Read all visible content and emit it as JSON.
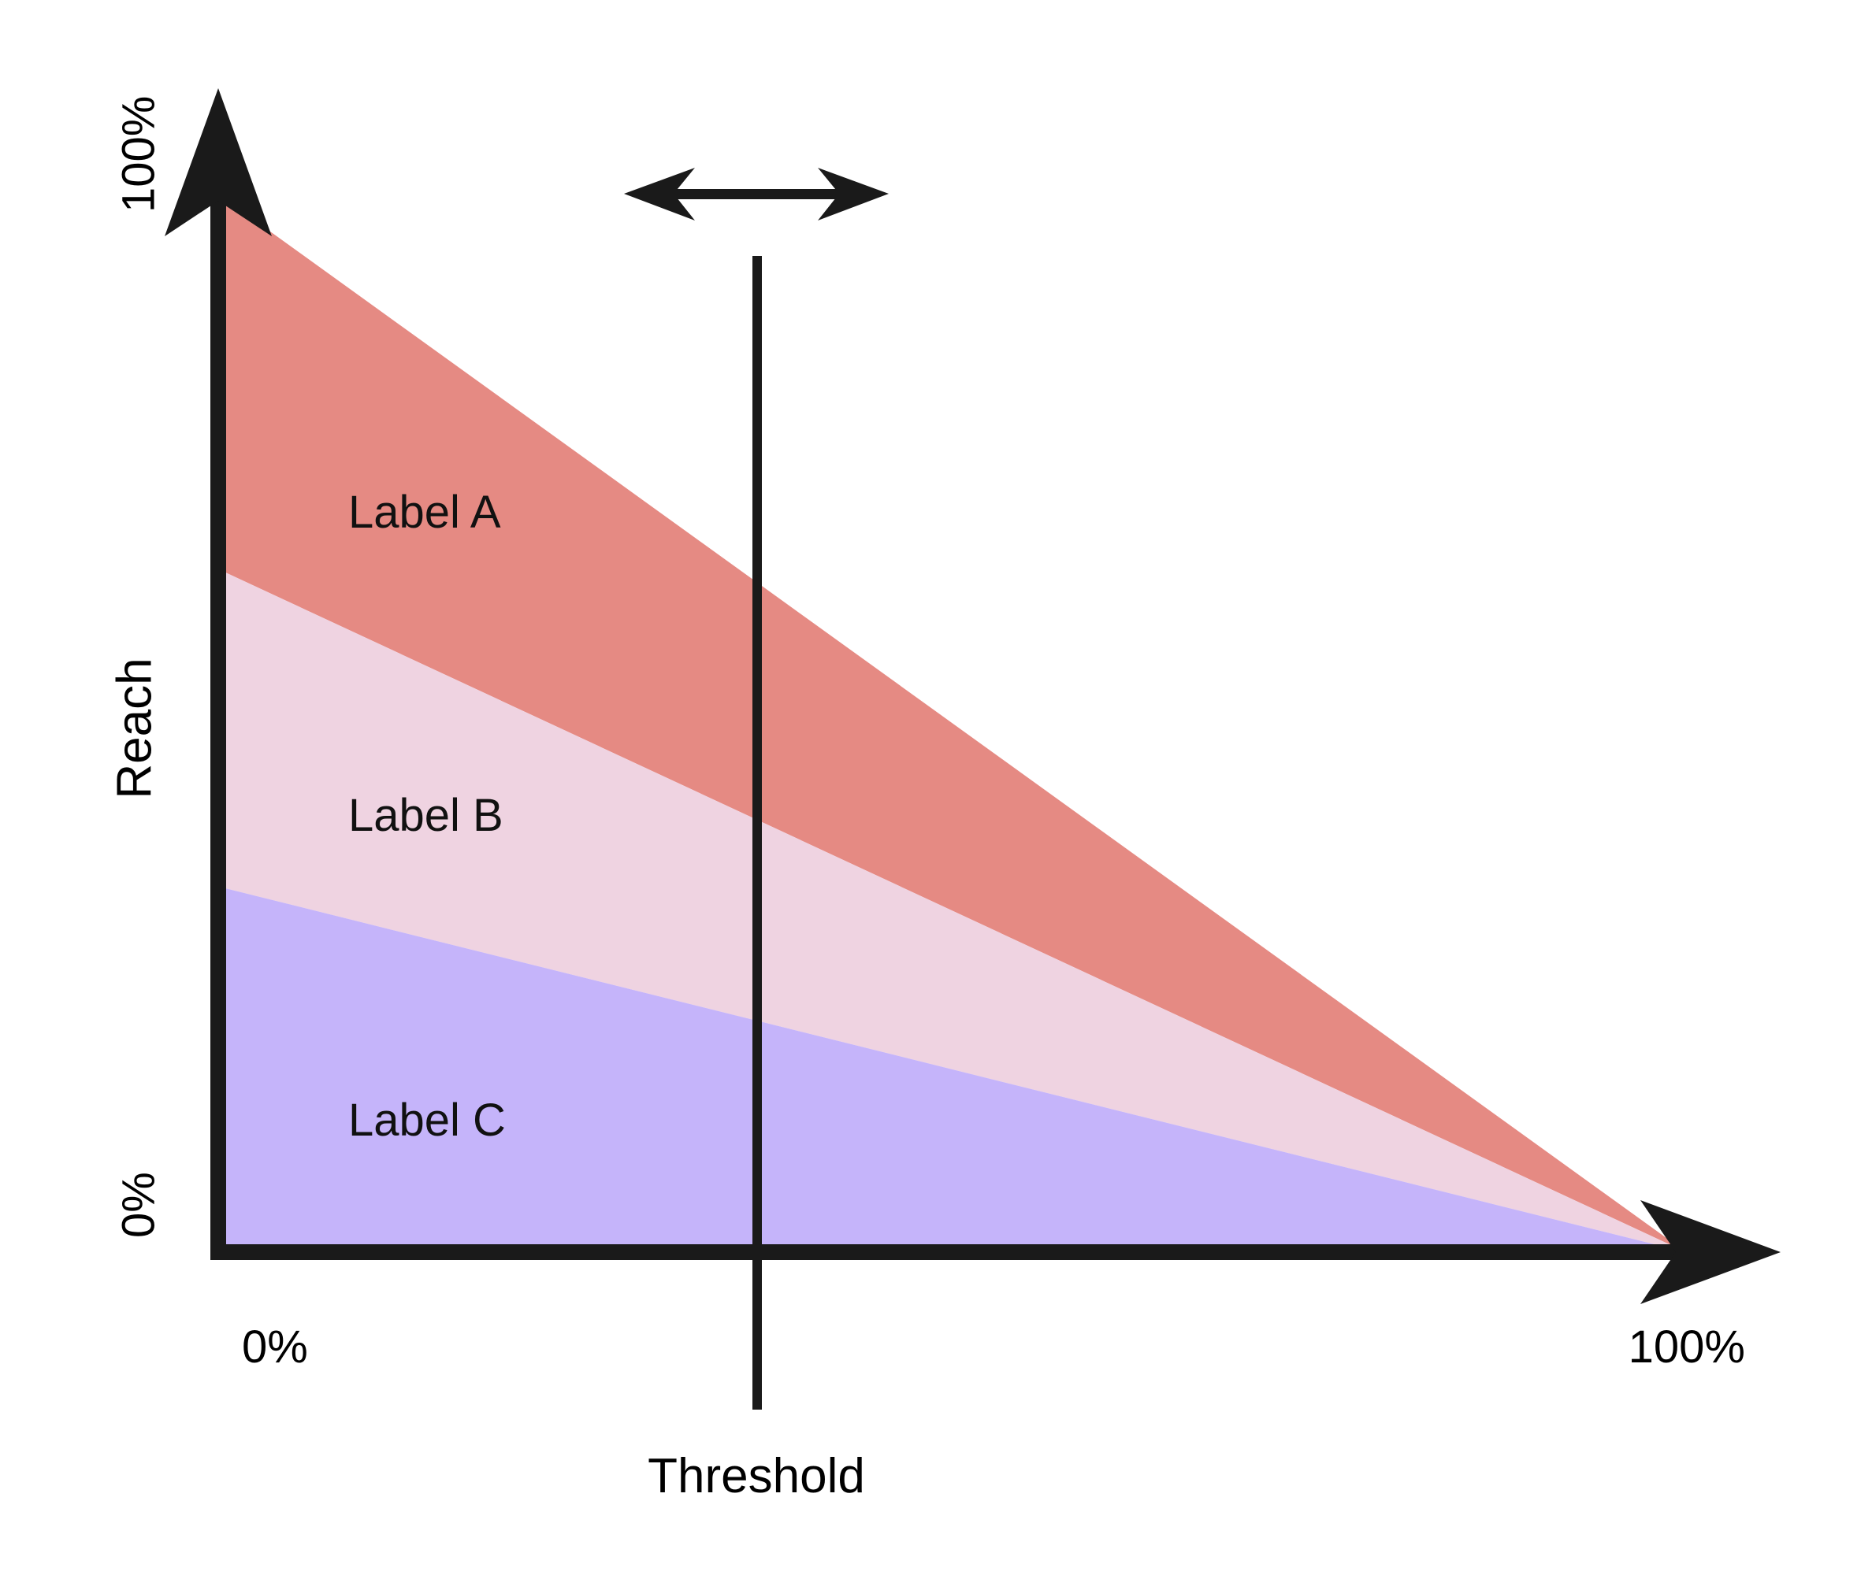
{
  "chart_data": {
    "type": "area",
    "title": "",
    "subtitle": "",
    "xlabel": "Threshold",
    "ylabel": "Reach",
    "xlim": [
      0,
      100
    ],
    "ylim": [
      0,
      100
    ],
    "grid": false,
    "legend_position": "inline-labels",
    "x_tick_labels": [
      "0%",
      "100%"
    ],
    "y_tick_labels": [
      "0%",
      "100%"
    ],
    "annotations": [
      {
        "name": "threshold-line",
        "label": "Threshold",
        "x_value": 37,
        "note": "vertical marker line"
      },
      {
        "name": "threshold-drag-arrow",
        "label": "",
        "note": "double headed horizontal arrow indicating the threshold can slide left or right"
      }
    ],
    "series": [
      {
        "name": "Label A",
        "color": "#E58A83",
        "x": [
          0,
          100
        ],
        "y_top": [
          100,
          0
        ],
        "y_bottom": [
          72,
          0
        ],
        "value_at_x0": 28
      },
      {
        "name": "Label B",
        "color": "#EFD3E1",
        "x": [
          0,
          100
        ],
        "y_top": [
          72,
          0
        ],
        "y_bottom": [
          42,
          0
        ],
        "value_at_x0": 30
      },
      {
        "name": "Label C",
        "color": "#C5B4FA",
        "x": [
          0,
          100
        ],
        "y_top": [
          42,
          0
        ],
        "y_bottom": [
          0,
          0
        ],
        "value_at_x0": 42
      }
    ]
  },
  "axes": {
    "y": {
      "title": "Reach",
      "max_label": "100%",
      "min_label": "0%"
    },
    "x": {
      "title": "Threshold",
      "min_label": "0%",
      "max_label": "100%"
    }
  },
  "bands": [
    {
      "label": "Label A",
      "color": "#E58A83"
    },
    {
      "label": "Label B",
      "color": "#EFD3E1"
    },
    {
      "label": "Label C",
      "color": "#C5B4FA"
    }
  ],
  "colors": {
    "axis": "#1A1A1A",
    "background": "#FFFFFF",
    "text": "#000000",
    "band_a": "#E58A83",
    "band_b": "#EFD3E1",
    "band_c": "#C5B4FA"
  }
}
